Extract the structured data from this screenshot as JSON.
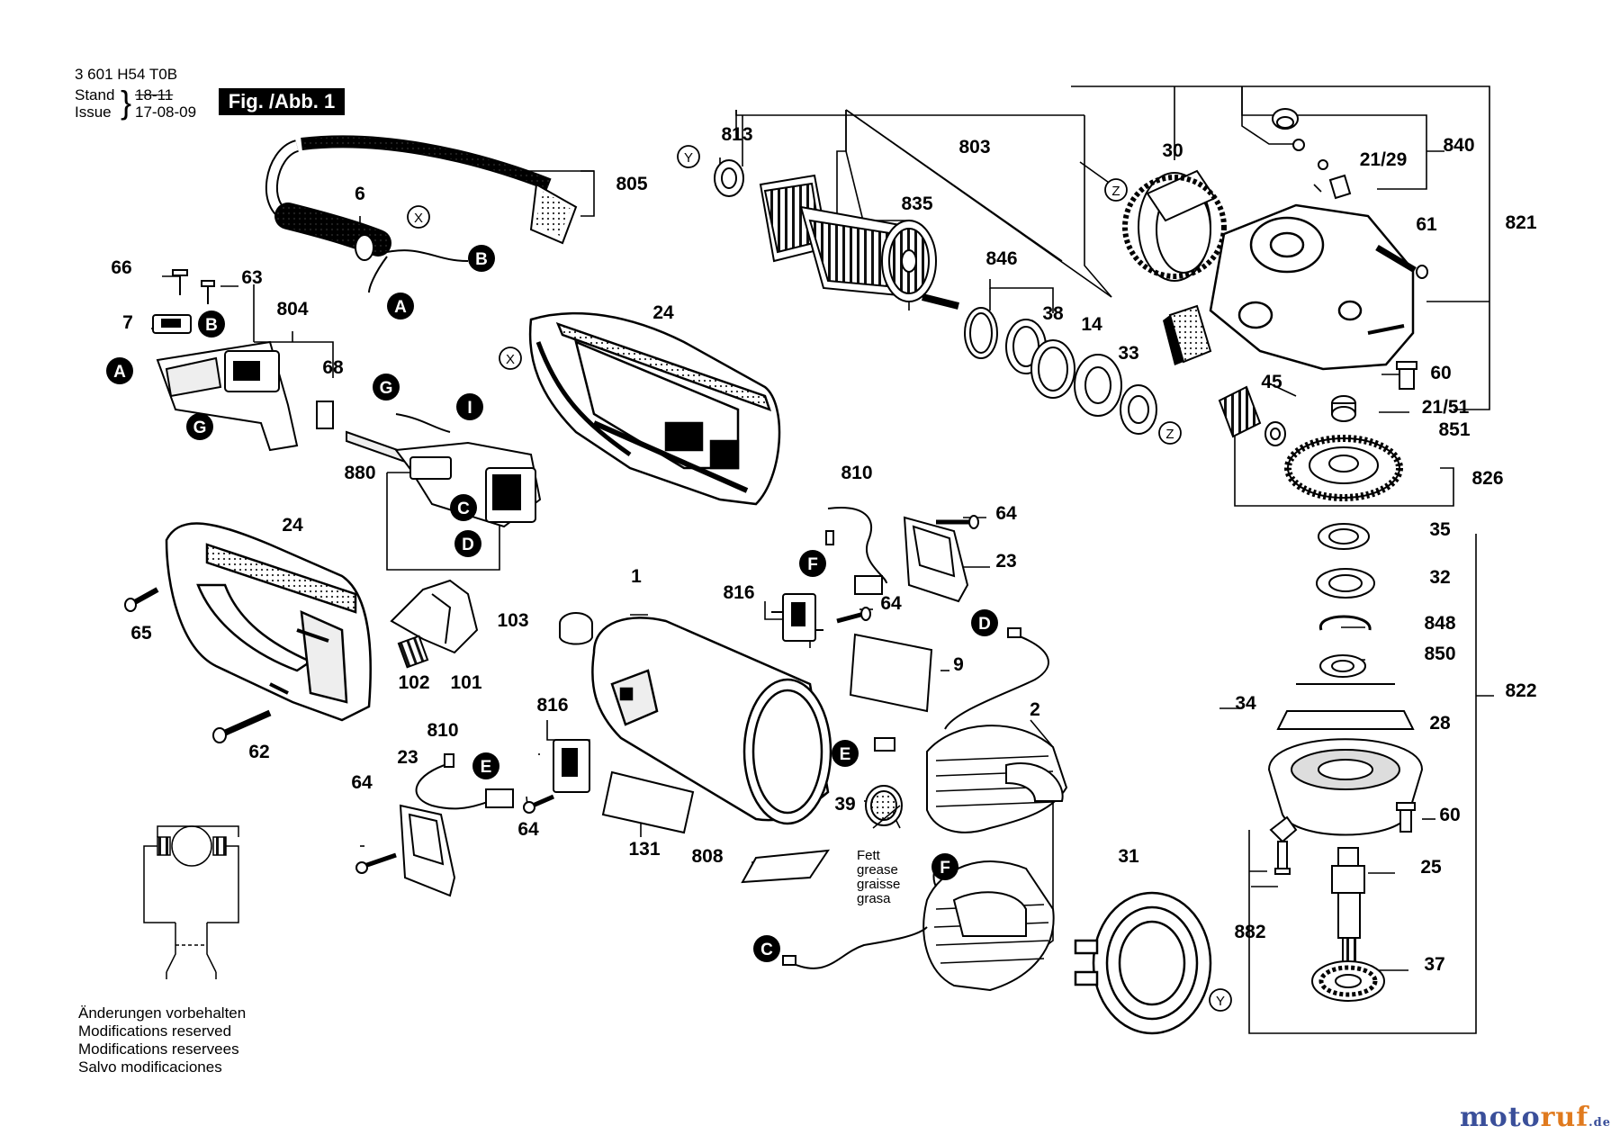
{
  "header": {
    "doc_number": "3 601 H54 T0B",
    "stand_label": "Stand",
    "stand_value": "18-11",
    "issue_label": "Issue",
    "issue_value": "17-08-09",
    "figure_label": "Fig. /Abb. 1"
  },
  "notes": [
    "Änderungen vorbehalten",
    "Modifications reserved",
    "Modifications reservees",
    "Salvo modificaciones"
  ],
  "grease_note": [
    "Fett",
    "grease",
    "graisse",
    "grasa"
  ],
  "brand": {
    "name_part1": "moto",
    "name_part2": "ruf",
    "tld": ".de"
  },
  "part_labels": [
    {
      "id": "p813",
      "text": "813"
    },
    {
      "id": "p803",
      "text": "803"
    },
    {
      "id": "p835",
      "text": "835"
    },
    {
      "id": "p30",
      "text": "30"
    },
    {
      "id": "p840",
      "text": "840"
    },
    {
      "id": "p2129",
      "text": "21/29"
    },
    {
      "id": "p821",
      "text": "821"
    },
    {
      "id": "p61",
      "text": "61"
    },
    {
      "id": "p805",
      "text": "805"
    },
    {
      "id": "p6",
      "text": "6"
    },
    {
      "id": "p66",
      "text": "66"
    },
    {
      "id": "p63",
      "text": "63"
    },
    {
      "id": "p804",
      "text": "804"
    },
    {
      "id": "p7",
      "text": "7"
    },
    {
      "id": "p68",
      "text": "68"
    },
    {
      "id": "p846",
      "text": "846"
    },
    {
      "id": "p38",
      "text": "38"
    },
    {
      "id": "p14",
      "text": "14"
    },
    {
      "id": "p33",
      "text": "33"
    },
    {
      "id": "p24a",
      "text": "24"
    },
    {
      "id": "p880",
      "text": "880"
    },
    {
      "id": "p45",
      "text": "45"
    },
    {
      "id": "p60a",
      "text": "60"
    },
    {
      "id": "p2151",
      "text": "21/51"
    },
    {
      "id": "p851",
      "text": "851"
    },
    {
      "id": "p826",
      "text": "826"
    },
    {
      "id": "p810a",
      "text": "810"
    },
    {
      "id": "p64a",
      "text": "64"
    },
    {
      "id": "p23a",
      "text": "23"
    },
    {
      "id": "p24b",
      "text": "24"
    },
    {
      "id": "p35",
      "text": "35"
    },
    {
      "id": "p32",
      "text": "32"
    },
    {
      "id": "p816a",
      "text": "816"
    },
    {
      "id": "p64b",
      "text": "64"
    },
    {
      "id": "p848",
      "text": "848"
    },
    {
      "id": "p1",
      "text": "1"
    },
    {
      "id": "p103",
      "text": "103"
    },
    {
      "id": "p65",
      "text": "65"
    },
    {
      "id": "p9",
      "text": "9"
    },
    {
      "id": "p850",
      "text": "850"
    },
    {
      "id": "p822",
      "text": "822"
    },
    {
      "id": "p102",
      "text": "102"
    },
    {
      "id": "p101",
      "text": "101"
    },
    {
      "id": "p816b",
      "text": "816"
    },
    {
      "id": "p2",
      "text": "2"
    },
    {
      "id": "p34",
      "text": "34"
    },
    {
      "id": "p28",
      "text": "28"
    },
    {
      "id": "p62",
      "text": "62"
    },
    {
      "id": "p810b",
      "text": "810"
    },
    {
      "id": "p23b",
      "text": "23"
    },
    {
      "id": "p64c",
      "text": "64"
    },
    {
      "id": "p39",
      "text": "39"
    },
    {
      "id": "p60b",
      "text": "60"
    },
    {
      "id": "p64d",
      "text": "64"
    },
    {
      "id": "p131",
      "text": "131"
    },
    {
      "id": "p808",
      "text": "808"
    },
    {
      "id": "p25",
      "text": "25"
    },
    {
      "id": "p31",
      "text": "31"
    },
    {
      "id": "p882",
      "text": "882"
    },
    {
      "id": "p37",
      "text": "37"
    }
  ],
  "connectors": [
    {
      "id": "cA1",
      "text": "A"
    },
    {
      "id": "cA2",
      "text": "A"
    },
    {
      "id": "cB1",
      "text": "B"
    },
    {
      "id": "cB2",
      "text": "B"
    },
    {
      "id": "cG1",
      "text": "G"
    },
    {
      "id": "cG2",
      "text": "G"
    },
    {
      "id": "cI",
      "text": "I"
    },
    {
      "id": "cC1",
      "text": "C"
    },
    {
      "id": "cD1",
      "text": "D"
    },
    {
      "id": "cF1",
      "text": "F"
    },
    {
      "id": "cD2",
      "text": "D"
    },
    {
      "id": "cE1",
      "text": "E"
    },
    {
      "id": "cE2",
      "text": "E"
    },
    {
      "id": "cF2",
      "text": "F"
    },
    {
      "id": "cC2",
      "text": "C"
    }
  ],
  "ref_marks": [
    {
      "id": "rY1",
      "text": "Y"
    },
    {
      "id": "rX1",
      "text": "X"
    },
    {
      "id": "rX2",
      "text": "X"
    },
    {
      "id": "rZ1",
      "text": "Z"
    },
    {
      "id": "rZ2",
      "text": "Z"
    },
    {
      "id": "rY2",
      "text": "Y"
    }
  ]
}
